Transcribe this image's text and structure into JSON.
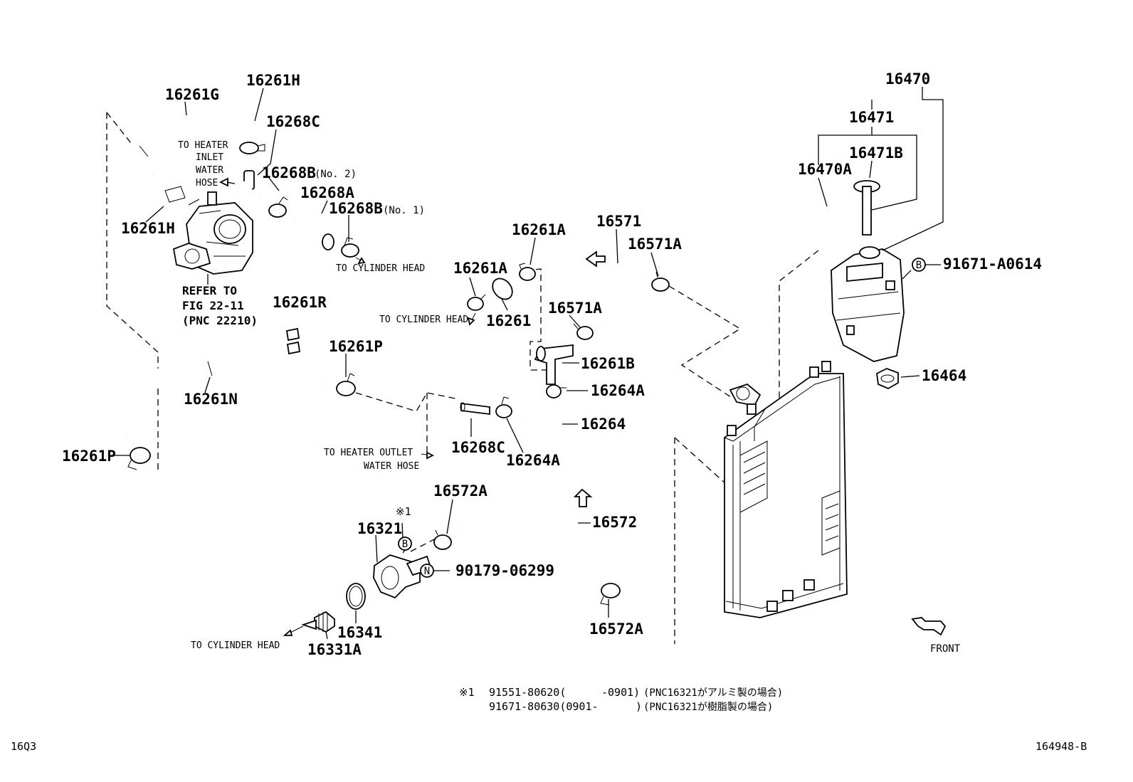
{
  "labels": {
    "p16261G": "16261G",
    "p16261H_top": "16261H",
    "p16268C_top": "16268C",
    "p16268B_no2": "16268B",
    "no2": "(No. 2)",
    "p16268A": "16268A",
    "p16268B_no1": "16268B",
    "no1": "(No. 1)",
    "p16261H_left": "16261H",
    "p16261R": "16261R",
    "p16261P_mid": "16261P",
    "p16261N": "16261N",
    "p16261P_left": "16261P",
    "p16261A_top": "16261A",
    "p16261A_left": "16261A",
    "p16261": "16261",
    "p16571": "16571",
    "p16571A_top": "16571A",
    "p16571A_mid": "16571A",
    "p16261B": "16261B",
    "p16264A_right": "16264A",
    "p16264": "16264",
    "p16268C_mid": "16268C",
    "p16264A_bottom": "16264A",
    "p16572A_top": "16572A",
    "p16572": "16572",
    "p16321": "16321",
    "p90179": "90179-06299",
    "p16341": "16341",
    "p16331A": "16331A",
    "p16572A_bottom": "16572A",
    "p16470": "16470",
    "p16471": "16471",
    "p16471B": "16471B",
    "p16470A": "16470A",
    "p91671": "91671-A0614",
    "p16464": "16464"
  },
  "notes": {
    "heater_inlet_1": "TO HEATER",
    "heater_inlet_2": "INLET",
    "heater_inlet_3": "WATER",
    "heater_inlet_4": "HOSE",
    "cyl_head_1": "TO CYLINDER HEAD",
    "cyl_head_2": "TO CYLINDER HEAD",
    "cyl_head_3": "TO CYLINDER HEAD",
    "refer_1": "REFER TO",
    "refer_2": "FIG 22-11",
    "refer_3": "(PNC 22210)",
    "heater_outlet_1": "TO HEATER OUTLET",
    "heater_outlet_2": "WATER HOSE",
    "front": "FRONT"
  },
  "markers": {
    "b": "B",
    "n": "N",
    "star1": "※1"
  },
  "footnote": {
    "mark": "※1",
    "line1_pn": "91551-80620(",
    "line1_range": "-0901)",
    "line1_desc": "(PNC16321がアルミ製の場合)",
    "line2_pn": "91671-80630(0901-",
    "line2_range": ")",
    "line2_desc": "(PNC16321が樹脂製の場合)"
  },
  "corners": {
    "bottom_left": "16Q3",
    "bottom_right": "164948-B"
  }
}
